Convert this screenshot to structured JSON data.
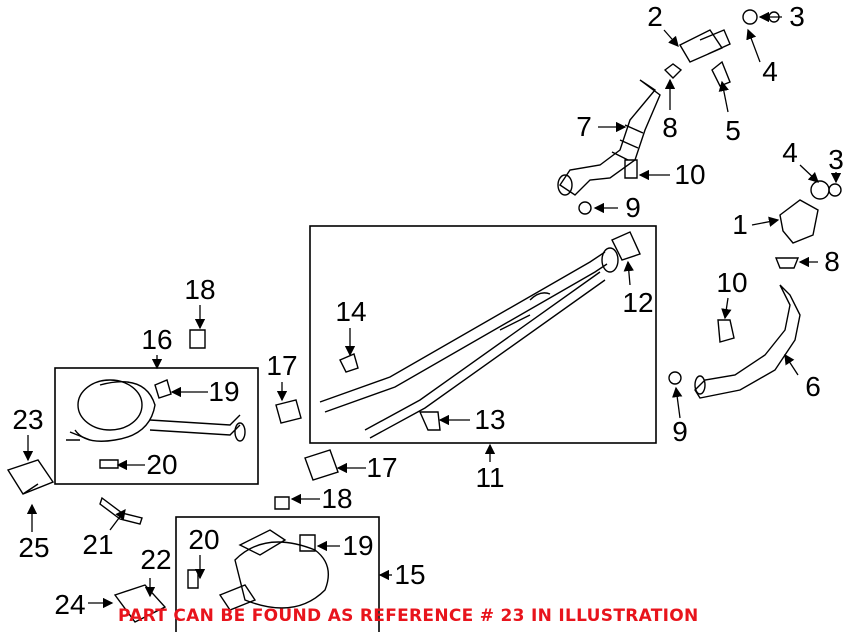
{
  "note": "PART CAN BE FOUND AS REFERENCE # 23 IN ILLUSTRATION",
  "colors": {
    "note": "#e8141c",
    "line": "#000000"
  },
  "callouts": [
    {
      "id": "2",
      "label": "2"
    },
    {
      "id": "3a",
      "label": "3"
    },
    {
      "id": "4a",
      "label": "4"
    },
    {
      "id": "5",
      "label": "5"
    },
    {
      "id": "8a",
      "label": "8"
    },
    {
      "id": "7",
      "label": "7"
    },
    {
      "id": "10a",
      "label": "10"
    },
    {
      "id": "9a",
      "label": "9"
    },
    {
      "id": "4b",
      "label": "4"
    },
    {
      "id": "3b",
      "label": "3"
    },
    {
      "id": "1",
      "label": "1"
    },
    {
      "id": "8b",
      "label": "8"
    },
    {
      "id": "10b",
      "label": "10"
    },
    {
      "id": "6",
      "label": "6"
    },
    {
      "id": "9b",
      "label": "9"
    },
    {
      "id": "12",
      "label": "12"
    },
    {
      "id": "14",
      "label": "14"
    },
    {
      "id": "13",
      "label": "13"
    },
    {
      "id": "11",
      "label": "11"
    },
    {
      "id": "18a",
      "label": "18"
    },
    {
      "id": "16",
      "label": "16"
    },
    {
      "id": "17a",
      "label": "17"
    },
    {
      "id": "19a",
      "label": "19"
    },
    {
      "id": "20a",
      "label": "20"
    },
    {
      "id": "23",
      "label": "23"
    },
    {
      "id": "25",
      "label": "25"
    },
    {
      "id": "17b",
      "label": "17"
    },
    {
      "id": "18b",
      "label": "18"
    },
    {
      "id": "21",
      "label": "21"
    },
    {
      "id": "22",
      "label": "22"
    },
    {
      "id": "24",
      "label": "24"
    },
    {
      "id": "20b",
      "label": "20"
    },
    {
      "id": "19b",
      "label": "19"
    },
    {
      "id": "15",
      "label": "15"
    }
  ]
}
